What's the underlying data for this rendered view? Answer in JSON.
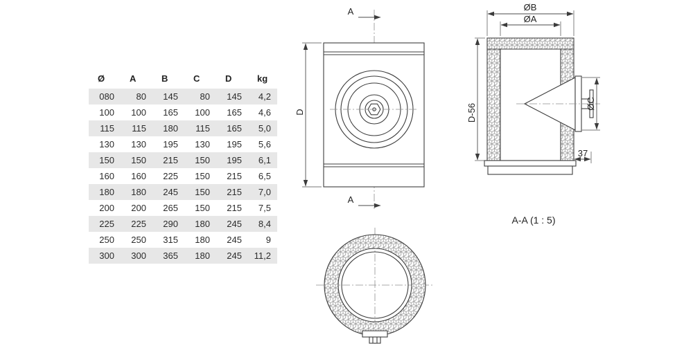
{
  "table": {
    "headers": [
      "Ø",
      "A",
      "B",
      "C",
      "D",
      "kg"
    ],
    "rows": [
      [
        "080",
        "80",
        "145",
        "80",
        "145",
        "4,2"
      ],
      [
        "100",
        "100",
        "165",
        "100",
        "165",
        "4,6"
      ],
      [
        "115",
        "115",
        "180",
        "115",
        "165",
        "5,0"
      ],
      [
        "130",
        "130",
        "195",
        "130",
        "195",
        "5,6"
      ],
      [
        "150",
        "150",
        "215",
        "150",
        "195",
        "6,1"
      ],
      [
        "160",
        "160",
        "225",
        "150",
        "215",
        "6,5"
      ],
      [
        "180",
        "180",
        "245",
        "150",
        "215",
        "7,0"
      ],
      [
        "200",
        "200",
        "265",
        "150",
        "215",
        "7,5"
      ],
      [
        "225",
        "225",
        "290",
        "180",
        "245",
        "8,4"
      ],
      [
        "250",
        "250",
        "315",
        "180",
        "245",
        "9"
      ],
      [
        "300",
        "300",
        "365",
        "180",
        "245",
        "11,2"
      ]
    ]
  },
  "drawing": {
    "front": {
      "section_label_top": "A",
      "section_label_bottom": "A",
      "dim_height": "D"
    },
    "side": {
      "dim_outer": "ØB",
      "dim_inner": "ØA",
      "dim_body": "D-56",
      "dim_door": "ØC",
      "dim_offset": "37",
      "caption": "A-A  (1 : 5)"
    }
  },
  "colors": {
    "line": "#3c3c3c",
    "stripe": "#e7e7e7",
    "hatch": "#9a9a9a"
  }
}
